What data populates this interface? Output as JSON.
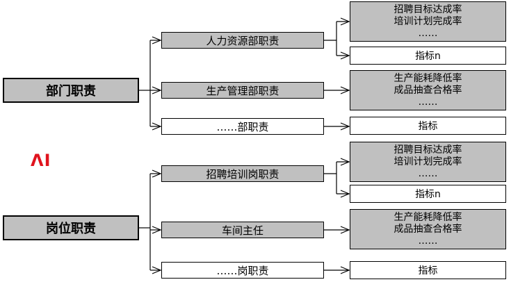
{
  "logo": "ΛI",
  "groups": [
    {
      "name": "部门职责",
      "items": [
        {
          "label": "人力资源部职责",
          "shaded": true,
          "targets": [
            {
              "lines": [
                "招聘目标达成率",
                "培训计划完成率",
                "……"
              ],
              "shaded": true
            },
            {
              "lines": [
                "指标n"
              ],
              "shaded": false
            }
          ]
        },
        {
          "label": "生产管理部职责",
          "shaded": true,
          "targets": [
            {
              "lines": [
                "生产能耗降低率",
                "成品抽查合格率",
                "……"
              ],
              "shaded": true
            }
          ]
        },
        {
          "label": "……部职责",
          "shaded": false,
          "targets": [
            {
              "lines": [
                "指标"
              ],
              "shaded": false
            }
          ]
        }
      ]
    },
    {
      "name": "岗位职责",
      "items": [
        {
          "label": "招聘培训岗职责",
          "shaded": true,
          "targets": [
            {
              "lines": [
                "招聘目标达成率",
                "培训计划完成率",
                "……"
              ],
              "shaded": true
            },
            {
              "lines": [
                "指标n"
              ],
              "shaded": false
            }
          ]
        },
        {
          "label": "车间主任",
          "shaded": true,
          "targets": [
            {
              "lines": [
                "生产能耗降低率",
                "成品抽查合格率",
                "……"
              ],
              "shaded": true
            }
          ]
        },
        {
          "label": "……岗职责",
          "shaded": false,
          "targets": [
            {
              "lines": [
                "指标"
              ],
              "shaded": false
            }
          ]
        }
      ]
    }
  ]
}
